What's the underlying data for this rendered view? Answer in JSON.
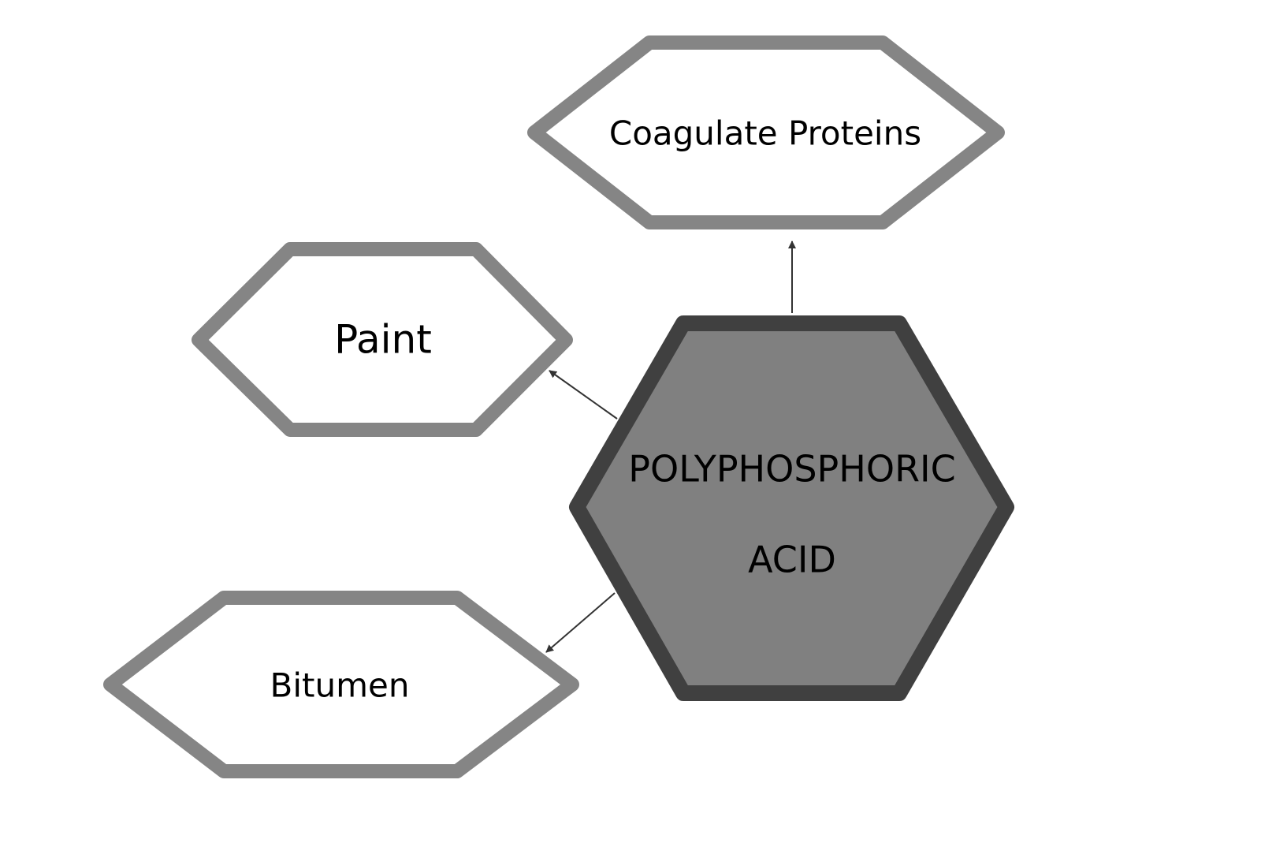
{
  "diagram": {
    "center": {
      "line1": "POLYPHOSPHORIC",
      "line2": "ACID"
    },
    "nodes": {
      "coagulate": "Coagulate Proteins",
      "paint": "Paint",
      "bitumen": "Bitumen"
    },
    "colors": {
      "node_border": "#858585",
      "center_fill": "#808080",
      "center_border": "#404040",
      "arrow": "#333333"
    }
  }
}
